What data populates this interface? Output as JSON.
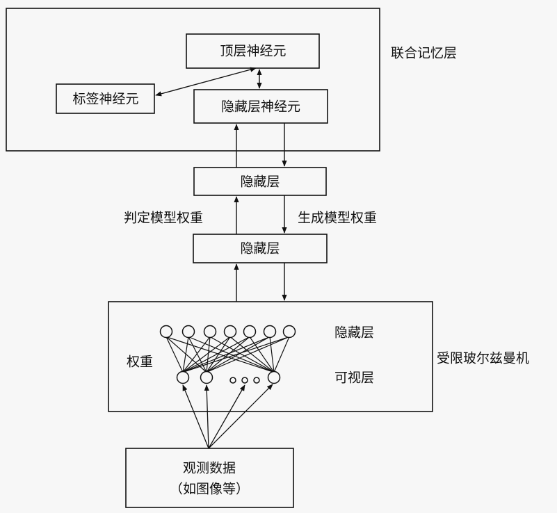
{
  "assoc_memory": {
    "title": "联合记忆层",
    "top_neuron": "顶层神经元",
    "label_neuron": "标签神经元",
    "hidden_neuron": "隐藏层神经元"
  },
  "hidden_layer_upper": "隐藏层",
  "hidden_layer_lower": "隐藏层",
  "discriminative_weights": "判定模型权重",
  "generative_weights": "生成模型权重",
  "rbm": {
    "title": "受限玻尔兹曼机",
    "hidden_label": "隐藏层",
    "visible_label": "可视层",
    "weights_label": "权重"
  },
  "observed_data": {
    "line1": "观测数据",
    "line2": "（如图像等）"
  },
  "colors": {
    "background": "#f7f7f7",
    "stroke": "#111111",
    "box_fill": "#f7f7f7"
  }
}
